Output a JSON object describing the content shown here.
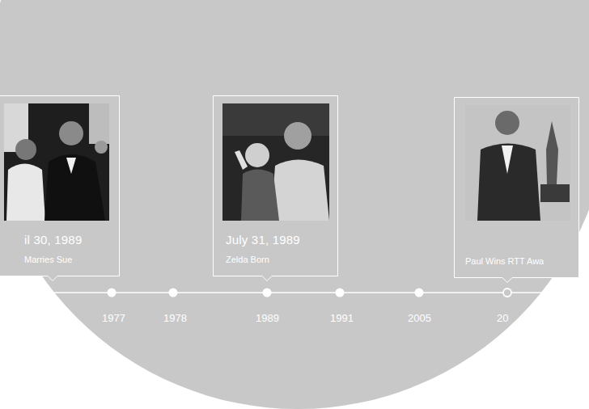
{
  "diagram": {
    "nodes": [
      {
        "text": [
          "il 30, 1989",
          "Marries Sue"
        ]
      },
      {
        "text": [
          "July 31, 1989",
          "Zelda Born"
        ]
      },
      {
        "text": [
          "Paul Wins RTT Awa"
        ]
      }
    ],
    "labels": [
      "1977",
      "1978",
      "1989",
      "1991",
      "2005",
      "20"
    ]
  }
}
